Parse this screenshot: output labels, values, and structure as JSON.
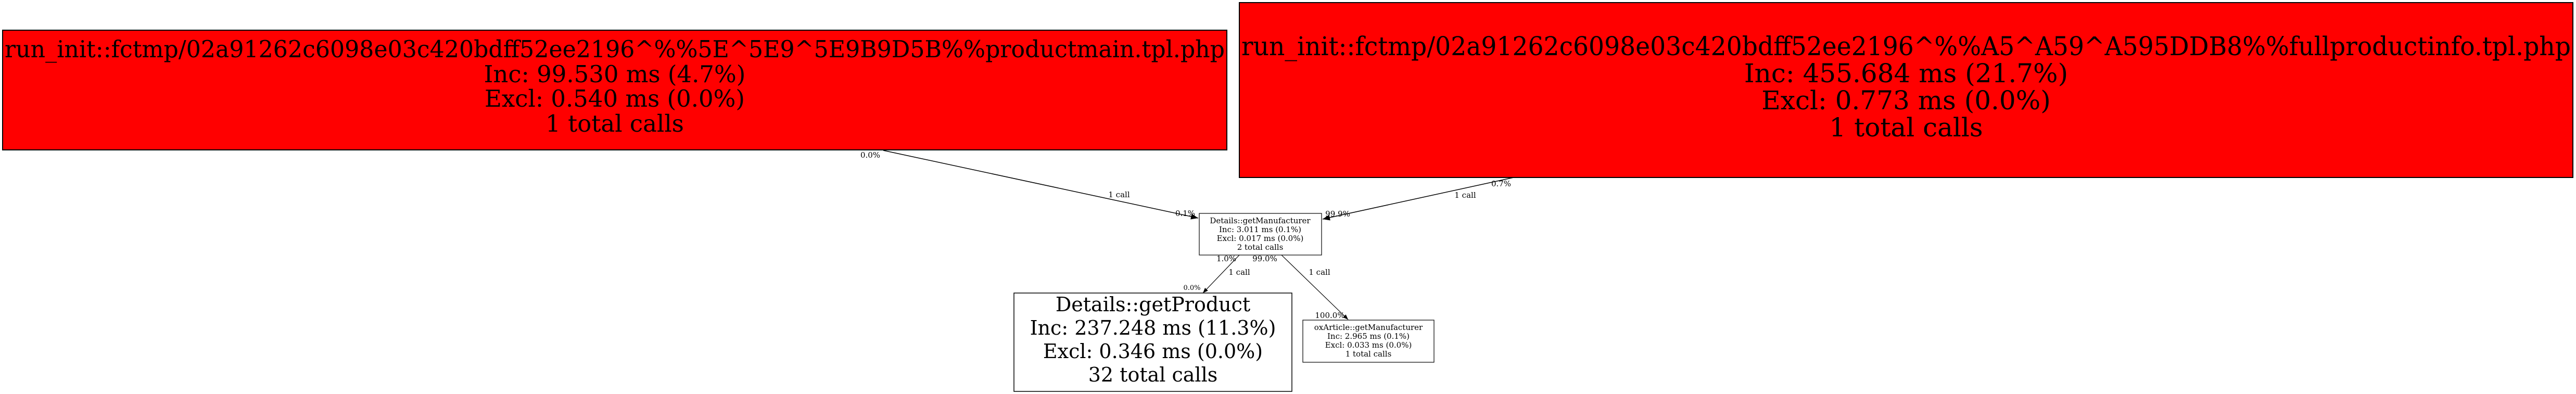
{
  "graph": {
    "type": "call-graph",
    "colors": {
      "hot_node_fill": "#ff0000",
      "normal_node_fill": "#ffffff",
      "stroke": "#000000",
      "text": "#000000"
    },
    "nodes": [
      {
        "id": "productmain",
        "title": "run_init::fctmp/02a91262c6098e03c420bdff52ee2196^%%5E^5E9^5E9B9D5B%%productmain.tpl.php",
        "inc": "Inc: 99.530 ms (4.7%)",
        "excl": "Excl: 0.540 ms (0.0%)",
        "calls": "1 total calls",
        "hot": true
      },
      {
        "id": "fullproductinfo",
        "title": "run_init::fctmp/02a91262c6098e03c420bdff52ee2196^%%A5^A59^A595DDB8%%fullproductinfo.tpl.php",
        "inc": "Inc: 455.684 ms (21.7%)",
        "excl": "Excl: 0.773 ms (0.0%)",
        "calls": "1 total calls",
        "hot": true
      },
      {
        "id": "getManufacturer",
        "title": "Details::getManufacturer",
        "inc": "Inc: 3.011 ms (0.1%)",
        "excl": "Excl: 0.017 ms (0.0%)",
        "calls": "2 total calls",
        "hot": false
      },
      {
        "id": "getProduct",
        "title": "Details::getProduct",
        "inc": "Inc: 237.248 ms (11.3%)",
        "excl": "Excl: 0.346 ms (0.0%)",
        "calls": "32 total calls",
        "hot": false
      },
      {
        "id": "oxGetManufacturer",
        "title": "oxArticle::getManufacturer",
        "inc": "Inc: 2.965 ms (0.1%)",
        "excl": "Excl: 0.033 ms (0.0%)",
        "calls": "1 total calls",
        "hot": false
      }
    ],
    "edges": [
      {
        "from": "productmain",
        "to": "getManufacturer",
        "label": "1 call",
        "tail_label": "0.0%",
        "head_label": "0.1%"
      },
      {
        "from": "fullproductinfo",
        "to": "getManufacturer",
        "label": "1 call",
        "tail_label": "0.7%",
        "head_label": "99.9%"
      },
      {
        "from": "getManufacturer",
        "to": "getProduct",
        "label": "1 call",
        "tail_label": "1.0%",
        "head_label": "0.0%"
      },
      {
        "from": "getManufacturer",
        "to": "oxGetManufacturer",
        "label": "1 call",
        "tail_label": "99.0%",
        "head_label": "100.0%"
      }
    ]
  }
}
